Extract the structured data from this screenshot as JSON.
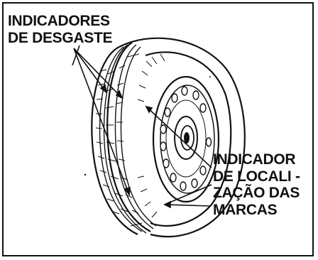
{
  "labels": {
    "wear_indicators": [
      "INDICADORES",
      "DE DESGASTE"
    ],
    "location_indicator": [
      "INDICADOR",
      "DE LOCALI -",
      "ZAÇÃO DAS",
      "MARCAS"
    ]
  },
  "colors": {
    "ink": "#111111",
    "background": "#ffffff"
  },
  "icons": {
    "main": "tire-wheel-illustration"
  }
}
